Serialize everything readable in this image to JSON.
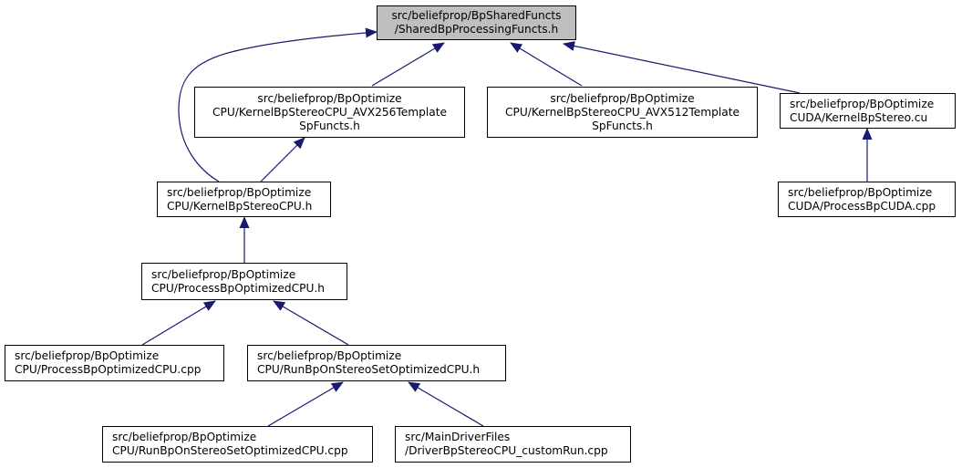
{
  "colors": {
    "edge": "#191970",
    "root_fill": "#bfbfbf",
    "node_fill": "#ffffff",
    "border": "#000000"
  },
  "nodes": {
    "root": [
      "src/beliefprop/BpSharedFuncts",
      "/SharedBpProcessingFuncts.h"
    ],
    "avx256": [
      "src/beliefprop/BpOptimize",
      "CPU/KernelBpStereoCPU_AVX256Template",
      "SpFuncts.h"
    ],
    "avx512": [
      "src/beliefprop/BpOptimize",
      "CPU/KernelBpStereoCPU_AVX512Template",
      "SpFuncts.h"
    ],
    "cuda_kernel": [
      "src/beliefprop/BpOptimize",
      "CUDA/KernelBpStereo.cu"
    ],
    "cpu_kernel": [
      "src/beliefprop/BpOptimize",
      "CPU/KernelBpStereoCPU.h"
    ],
    "cuda_process": [
      "src/beliefprop/BpOptimize",
      "CUDA/ProcessBpCUDA.cpp"
    ],
    "process_h": [
      "src/beliefprop/BpOptimize",
      "CPU/ProcessBpOptimizedCPU.h"
    ],
    "process_cpp": [
      "src/beliefprop/BpOptimize",
      "CPU/ProcessBpOptimizedCPU.cpp"
    ],
    "run_h": [
      "src/beliefprop/BpOptimize",
      "CPU/RunBpOnStereoSetOptimizedCPU.h"
    ],
    "run_cpp": [
      "src/beliefprop/BpOptimize",
      "CPU/RunBpOnStereoSetOptimizedCPU.cpp"
    ],
    "driver": [
      "src/MainDriverFiles",
      "/DriverBpStereoCPU_customRun.cpp"
    ]
  },
  "edges": [
    {
      "from": "avx256",
      "to": "root"
    },
    {
      "from": "avx512",
      "to": "root"
    },
    {
      "from": "cuda_kernel",
      "to": "root"
    },
    {
      "from": "cpu_kernel",
      "to": "root"
    },
    {
      "from": "cpu_kernel",
      "to": "avx256"
    },
    {
      "from": "cuda_process",
      "to": "cuda_kernel"
    },
    {
      "from": "process_h",
      "to": "cpu_kernel"
    },
    {
      "from": "process_cpp",
      "to": "process_h"
    },
    {
      "from": "run_h",
      "to": "process_h"
    },
    {
      "from": "run_cpp",
      "to": "run_h"
    },
    {
      "from": "driver",
      "to": "run_h"
    }
  ]
}
